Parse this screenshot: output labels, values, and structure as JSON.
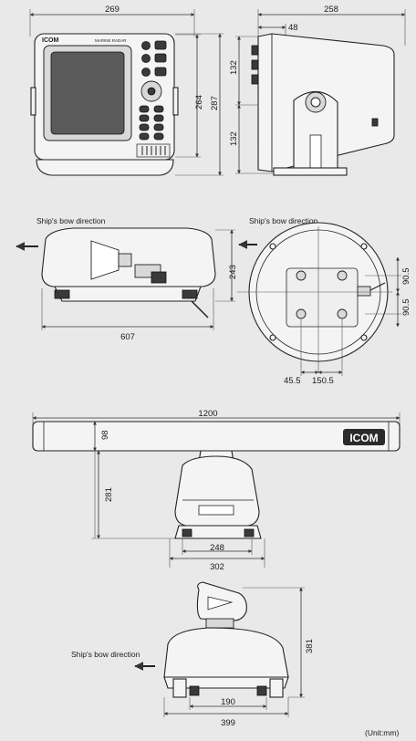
{
  "colors": {
    "background": "#e9e9e9",
    "line": "#222222",
    "screen": "#555555"
  },
  "display_unit": {
    "brand": "ICOM",
    "model": "MARINE RADAR",
    "dimensions": {
      "width": "269",
      "height_outer": "287",
      "height_inner": "264",
      "depth": "258",
      "offset": "48",
      "half_upper": "132",
      "half_lower": "132"
    }
  },
  "radome": {
    "bow_label": "Ship's bow direction",
    "bow_label_top": "Ship's bow direction",
    "dimensions": {
      "width": "607",
      "height": "243",
      "bolt_a": "90.5",
      "bolt_b": "90.5",
      "bolt_x1": "45.5",
      "bolt_x2": "150.5"
    }
  },
  "open_array": {
    "brand": "ICOM",
    "dimensions": {
      "length": "1200",
      "height": "98",
      "pedestal": "281",
      "base_inner": "248",
      "base_outer": "302"
    }
  },
  "pedestal_unit": {
    "bow_label": "Ship's bow direction",
    "dimensions": {
      "height": "381",
      "inner": "190",
      "outer": "399"
    }
  },
  "unit_note": "(Unit:mm)"
}
